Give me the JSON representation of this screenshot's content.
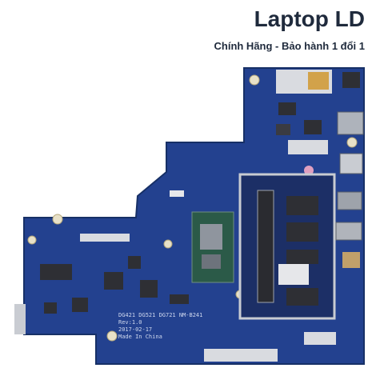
{
  "header": {
    "title": "Laptop LD",
    "subtitle": "Chính Hãng - Bảo hành 1 đổi 1"
  },
  "board": {
    "silkscreen_line1": "DG421 DG521 DG721 NM-B241",
    "silkscreen_line2": "Rev:1.0",
    "silkscreen_line3": "2017-02-17",
    "silkscreen_line4": "Made In China"
  },
  "colors": {
    "pcb": "#23418f",
    "pcb_dark": "#1a3170",
    "metal": "#c9ccd2",
    "chip": "#2e2f34",
    "gold": "#d2a24a"
  }
}
